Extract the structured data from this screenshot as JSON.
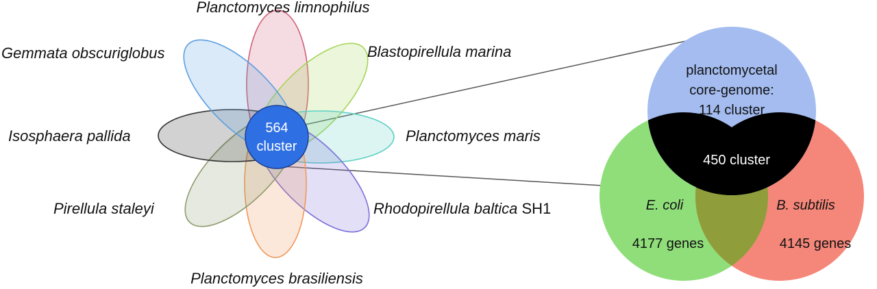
{
  "flower": {
    "center_value": "564",
    "center_unit": "cluster",
    "petals": [
      {
        "key": "limnophilus",
        "species": "Planctomyces limnophilus",
        "suffix": "",
        "color": "#d0607a"
      },
      {
        "key": "marina",
        "species": "Blastopirellula marina",
        "suffix": "",
        "color": "#a6d45a"
      },
      {
        "key": "maris",
        "species": "Planctomyces maris",
        "suffix": "",
        "color": "#5ed0c6"
      },
      {
        "key": "baltica",
        "species": "Rhodopirellula baltica",
        "suffix": " SH1",
        "color": "#7a6fd8"
      },
      {
        "key": "brasiliensis",
        "species": "Planctomyces brasiliensis",
        "suffix": "",
        "color": "#f0985a"
      },
      {
        "key": "staleyi",
        "species": "Pirellula staleyi",
        "suffix": "",
        "color": "#8e9a6e"
      },
      {
        "key": "pallida",
        "species": "Isosphaera pallida",
        "suffix": "",
        "color": "#333333"
      },
      {
        "key": "obscuriglobus",
        "species": "Gemmata obscuriglobus",
        "suffix": "",
        "color": "#5a9ee0"
      }
    ],
    "center_color": "#2f6fe4"
  },
  "venn": {
    "core_lines": [
      "planctomycetal",
      "core-genome:",
      "114 cluster"
    ],
    "shared_label": "450 cluster",
    "ecoli": {
      "name": "E. coli",
      "genes": "4177 genes"
    },
    "bsubtilis": {
      "name": "B. subtilis",
      "genes": "4145 genes"
    },
    "colors": {
      "core": "#a4bcf0",
      "ecoli": "#8fde7a",
      "bsubtilis": "#f5877a",
      "shared": "#000000",
      "ecoli_bsub_overlap": "#8f9e3a"
    }
  }
}
